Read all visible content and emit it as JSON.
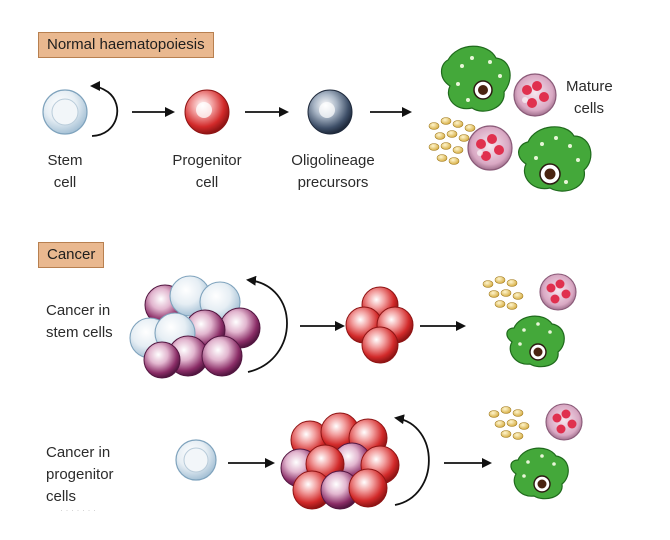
{
  "headers": {
    "normal": "Normal haematopoiesis",
    "cancer": "Cancer"
  },
  "normal": {
    "stem_cell_label": [
      "Stem",
      "cell"
    ],
    "progenitor_label": [
      "Progenitor",
      "cell"
    ],
    "oligolineage_label": [
      "Oligolineage",
      "precursors"
    ],
    "mature_label": [
      "Mature",
      "cells"
    ]
  },
  "cancer_stem": {
    "label": [
      "Cancer in",
      "stem cells"
    ]
  },
  "cancer_progenitor": {
    "label": [
      "Cancer in",
      "progenitor",
      "cells"
    ]
  },
  "watermark": "· · · · · · ·",
  "colors": {
    "stem": "#d8e8f2",
    "progenitor": "#d9332f",
    "oligolineage": "#5a6f8a",
    "macrophage": "#3fa63a",
    "granulocyte": "#c06080",
    "platelet": "#e6c24a",
    "stem_cancer_purple": "#8c2f6a",
    "header_bg": "#e9b88f"
  },
  "icons": [
    "self-renewal-arrow-icon",
    "right-arrow-icon",
    "cell-icon"
  ]
}
